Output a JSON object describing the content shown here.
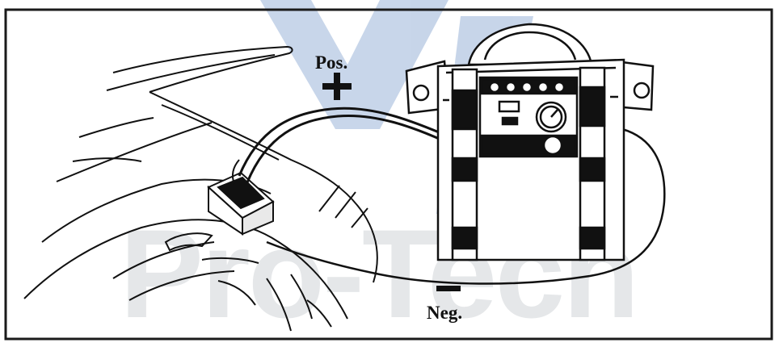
{
  "labels": {
    "positive": "Pos.",
    "negative": "Neg."
  },
  "watermark": {
    "text": "Pro-Tech",
    "color": "#7f8a93",
    "logo_color": "#9ab4d8"
  },
  "colors": {
    "ink": "#111111",
    "background": "#ffffff",
    "frame": "#1a1a1a"
  }
}
